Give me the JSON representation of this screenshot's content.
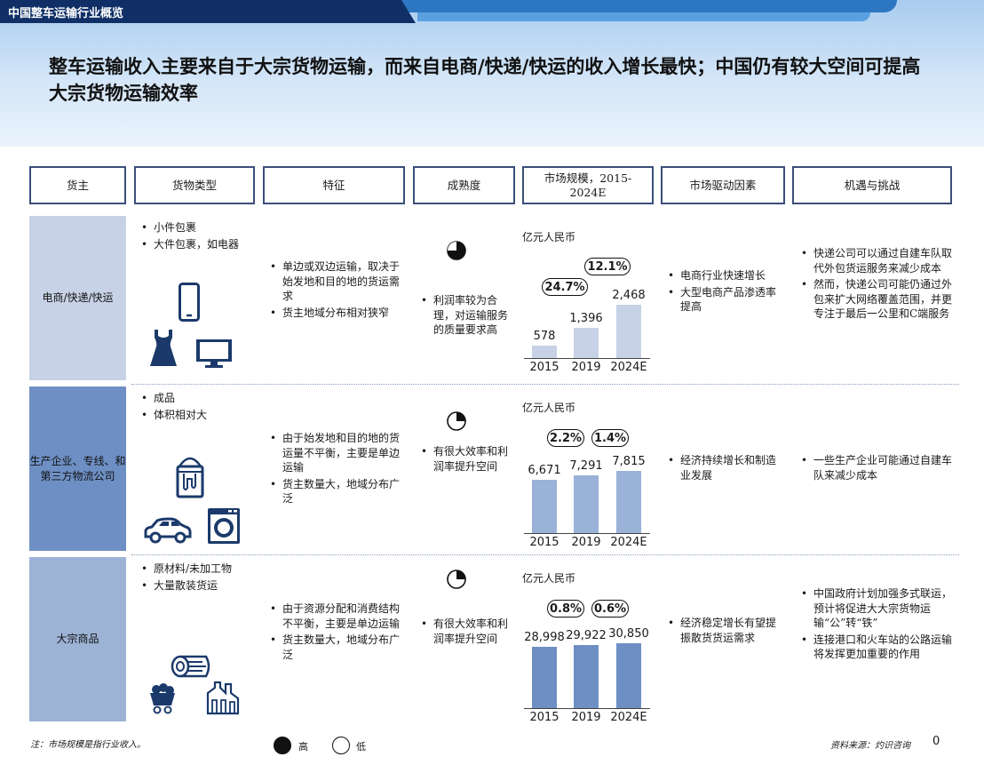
{
  "section": "中国整车运输行业概览",
  "headline": "整车运输收入主要来自于大宗货物运输，而来自电商/快递/快运的收入增长最快；中国仍有较大空间可提高大宗货物运输效率",
  "headers": [
    "货主",
    "货物类型",
    "特征",
    "成熟度",
    "市场规模，2015-2024E",
    "市场驱动因素",
    "机遇与挑战"
  ],
  "colors": {
    "row1": "#c7d2e6",
    "row2": "#6e8fc4",
    "row3": "#9db3d6",
    "icon": "#1b3a6b",
    "header_border": "#3b4e7b"
  },
  "rows": [
    {
      "owner": "电商/快递/快运",
      "goods": [
        "小件包裹",
        "大件包裹，如电器"
      ],
      "features": [
        "单边或双边运输，取决于始发地和目的地的货运需求",
        "货主地域分布相对狭窄"
      ],
      "maturity": [
        "利润率较为合理，对运输服务的质量要求高"
      ],
      "maturity_level": 0.75,
      "drivers": [
        "电商行业快速增长",
        "大型电商产品渗透率提高"
      ],
      "opportunities": [
        "快递公司可以通过自建车队取代外包货运服务来减少成本",
        "然而，快递公司可能仍通过外包来扩大网络覆盖范围，并更专注于最后一公里和C端服务"
      ],
      "icons": [
        "tablet-icon",
        "dress-icon",
        "monitor-icon"
      ]
    },
    {
      "owner": "生产企业、专线、和第三方物流公司",
      "goods": [
        "成品",
        "体积相对大"
      ],
      "features": [
        "由于始发地和目的地的货运量不平衡，主要是单边运输",
        "货主数量大，地域分布广泛"
      ],
      "maturity": [
        "有很大效率和利润率提升空间"
      ],
      "maturity_level": 0.25,
      "drivers": [
        "经济持续增长和制造业发展"
      ],
      "opportunities": [
        "一些生产企业可能通过自建车队来减少成本"
      ],
      "icons": [
        "paint-bucket-icon",
        "car-icon",
        "washing-machine-icon"
      ]
    },
    {
      "owner": "大宗商品",
      "goods": [
        "原材料/未加工物",
        "大量散装货运"
      ],
      "features": [
        "由于资源分配和消费结构不平衡，主要是单边运输",
        "货主数量大，地域分布广泛"
      ],
      "maturity": [
        "有很大效率和利润率提升空间"
      ],
      "maturity_level": 0.25,
      "drivers": [
        "经济稳定增长有望提振散货货运需求"
      ],
      "opportunities": [
        "中国政府计划加强多式联运，预计将促进大大宗货物运输“公”转“铁”",
        "连接港口和火车站的公路运输将发挥更加重要的作用"
      ],
      "icons": [
        "logs-icon",
        "coal-cart-icon",
        "factory-icon"
      ]
    }
  ],
  "footer": {
    "note": "注：市场规模是指行业收入。",
    "legend_high": "高",
    "legend_low": "低",
    "source": "资料来源：灼识咨询",
    "page": "0"
  },
  "chart_data": [
    {
      "type": "bar",
      "unit": "亿元人民币",
      "categories": [
        "2015",
        "2019",
        "2024E"
      ],
      "values": [
        578,
        1396,
        2468
      ],
      "cagr": [
        "24.7%",
        "12.1%"
      ],
      "color": "#c7d2e6"
    },
    {
      "type": "bar",
      "unit": "亿元人民币",
      "categories": [
        "2015",
        "2019",
        "2024E"
      ],
      "values": [
        6671,
        7291,
        7815
      ],
      "cagr": [
        "2.2%",
        "1.4%"
      ],
      "color": "#9ab2d8"
    },
    {
      "type": "bar",
      "unit": "亿元人民币",
      "categories": [
        "2015",
        "2019",
        "2024E"
      ],
      "values": [
        28998,
        29922,
        30850
      ],
      "cagr": [
        "0.8%",
        "0.6%"
      ],
      "color": "#6e8fc4"
    }
  ]
}
